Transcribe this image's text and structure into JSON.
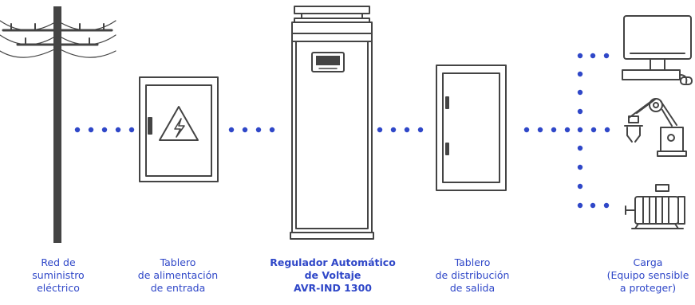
{
  "colors": {
    "accent": "#2f47c8",
    "line": "#444444",
    "dot": "#2f47c8"
  },
  "labels": {
    "grid": {
      "lines": [
        "Red de",
        "suministro",
        "eléctrico"
      ]
    },
    "input": {
      "lines": [
        "Tablero",
        "de alimentación",
        "de entrada"
      ]
    },
    "avr": {
      "lines": [
        "Regulador Automático",
        "de Voltaje",
        "AVR-IND 1300"
      ]
    },
    "output": {
      "lines": [
        "Tablero",
        "de distribución",
        "de salida"
      ]
    },
    "load": {
      "lines": [
        "Carga",
        "(Equipo sensible",
        "a proteger)"
      ]
    }
  },
  "icons": {
    "grid": "utility-pole-icon",
    "input": "electrical-panel-high-voltage-icon",
    "avr": "voltage-regulator-cabinet-icon",
    "output": "distribution-board-icon",
    "loads": [
      "computer-monitor-icon",
      "robotic-arm-icon",
      "electric-motor-icon"
    ]
  }
}
